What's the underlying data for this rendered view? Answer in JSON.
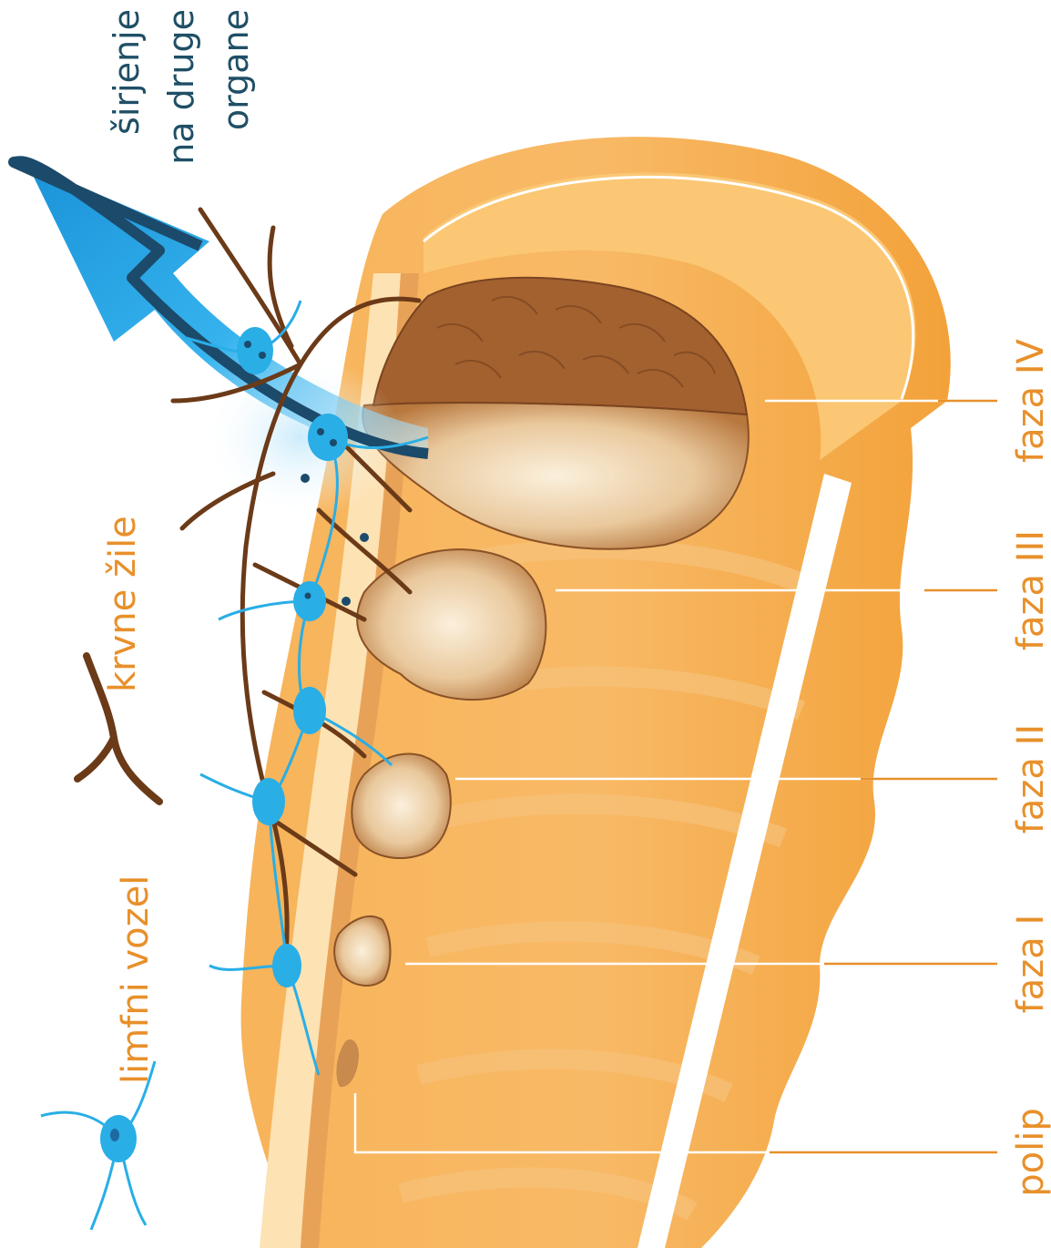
{
  "labels": {
    "spread": [
      "širjenje",
      "na druge",
      "organe"
    ],
    "blood_vessels": "krvne žile",
    "lymph_node": "limfni vozel",
    "stages": [
      "polip",
      "faza I",
      "faza II",
      "faza III",
      "faza IV"
    ]
  },
  "colors": {
    "colon_outer": "#f3a33b",
    "colon_inner": "#fbc373",
    "colon_wall_light": "#fde0b0",
    "tumor_light": "#f1d9b8",
    "tumor_dark": "#9b5a2a",
    "vessel": "#6b3a18",
    "lymph": "#29aee6",
    "arrow": "#29a8e8",
    "arrow_dark": "#1c4a6a",
    "label_orange": "#e8902b",
    "label_blue": "#1f4f66"
  }
}
